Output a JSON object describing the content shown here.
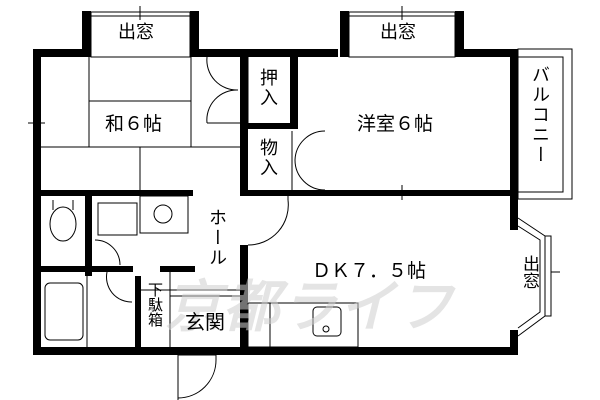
{
  "floorplan": {
    "rooms": {
      "washitsu": "和６帖",
      "yoshitsu": "洋室６帖",
      "dk": "ＤＫ７．５帖",
      "genkan": "玄関",
      "hall": "ホール",
      "oshiire": "押入",
      "monoire": "物入",
      "balcony": "バルコニー",
      "getabako": "下駄箱"
    },
    "bay_windows": {
      "top_left": "出窓",
      "top_right": "出窓",
      "right": "出窓"
    },
    "watermark": "京都ライフ"
  }
}
